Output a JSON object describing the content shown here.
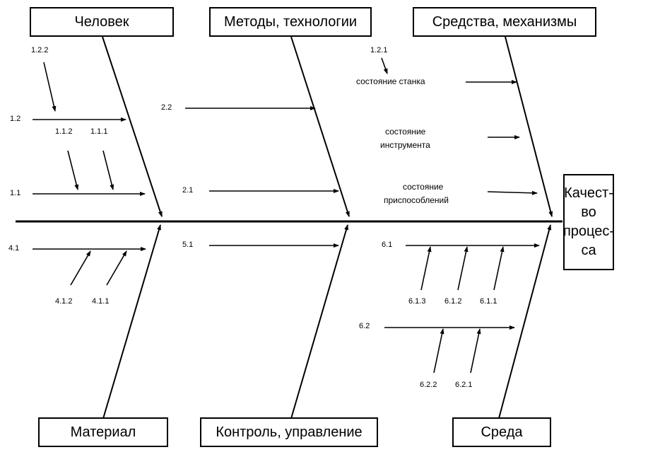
{
  "categories": {
    "person": "Человек",
    "methods": "Методы, технологии",
    "means": "Средства, механизмы",
    "material": "Материал",
    "control": "Контроль, управление",
    "environment": "Среда"
  },
  "effect": {
    "lines": [
      "Качест-",
      "во",
      "процес-",
      "са"
    ]
  },
  "causes": {
    "c1_2_2": "1.2.2",
    "c1_2": "1.2",
    "c1_1_2": "1.1.2",
    "c1_1_1": "1.1.1",
    "c1_1": "1.1",
    "c2_2": "2.2",
    "c2_1": "2.1",
    "c1_2_1": "1.2.1",
    "machine_state": "состояние станка",
    "tool_state_1": "состояние",
    "tool_state_2": "инструмента",
    "fixture_state_1": "состояние",
    "fixture_state_2": "приспособлений",
    "c4_1": "4.1",
    "c4_1_2": "4.1.2",
    "c4_1_1": "4.1.1",
    "c5_1": "5.1",
    "c6_1": "6.1",
    "c6_1_3": "6.1.3",
    "c6_1_2": "6.1.2",
    "c6_1_1": "6.1.1",
    "c6_2": "6.2",
    "c6_2_2": "6.2.2",
    "c6_2_1": "6.2.1"
  }
}
